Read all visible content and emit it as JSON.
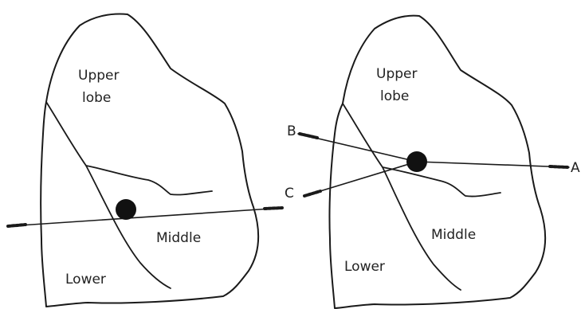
{
  "left_lung": {
    "labels": {
      "upper_line1": "Upper",
      "upper_line2": "lobe",
      "middle": "Middle",
      "lower": "Lower"
    }
  },
  "right_lung": {
    "labels": {
      "upper_line1": "Upper",
      "upper_line2": "lobe",
      "middle": "Middle",
      "lower": "Lower"
    },
    "beams": {
      "a": "A",
      "b": "B",
      "c": "C"
    }
  },
  "colors": {
    "line": "#1a1a1a",
    "marker": "#111111",
    "text": "#222222"
  }
}
